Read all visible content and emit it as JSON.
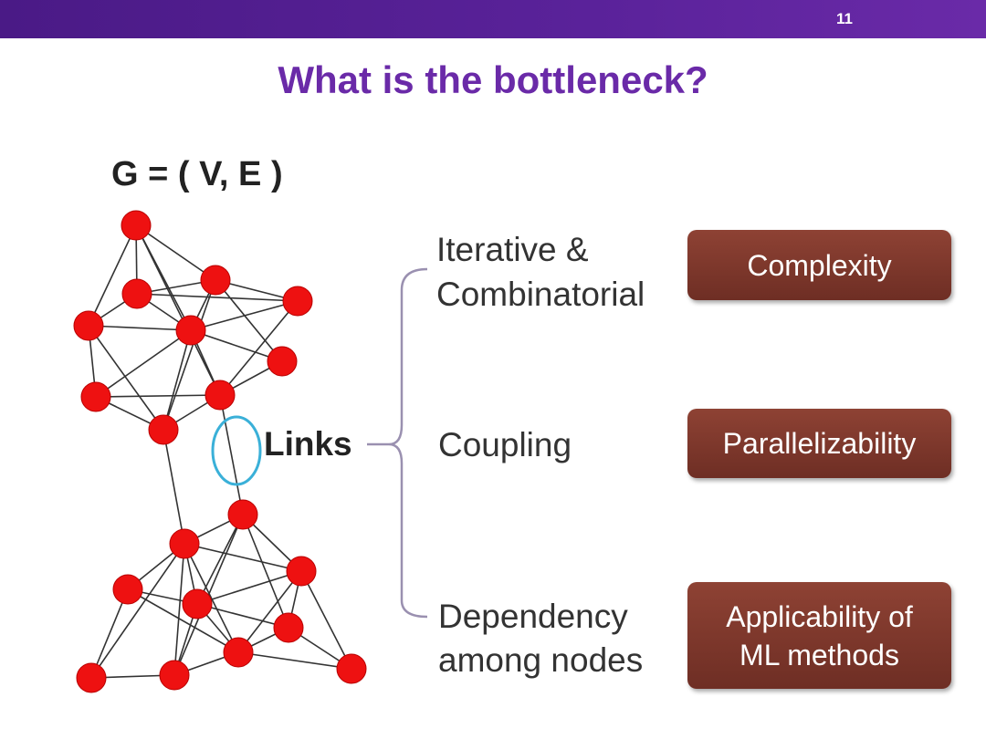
{
  "slide": {
    "number": "11",
    "title": "What is the bottleneck?"
  },
  "graph": {
    "formula": "G = ( V, E )",
    "links_label": "Links"
  },
  "aspects": [
    {
      "lines": [
        "Iterative &",
        "Combinatorial"
      ],
      "box_lines": [
        "Complexity"
      ]
    },
    {
      "lines": [
        "Coupling"
      ],
      "box_lines": [
        "Parallelizability"
      ]
    },
    {
      "lines": [
        "Dependency",
        "among nodes"
      ],
      "box_lines": [
        "Applicability of",
        "ML methods"
      ]
    }
  ],
  "colors": {
    "header": "#5a229a",
    "title": "#6a2aa8",
    "node": "#ee1111",
    "box": "#7e3a2c",
    "highlight_ellipse": "#3ab0d8",
    "bracket": "#9a90b0"
  }
}
